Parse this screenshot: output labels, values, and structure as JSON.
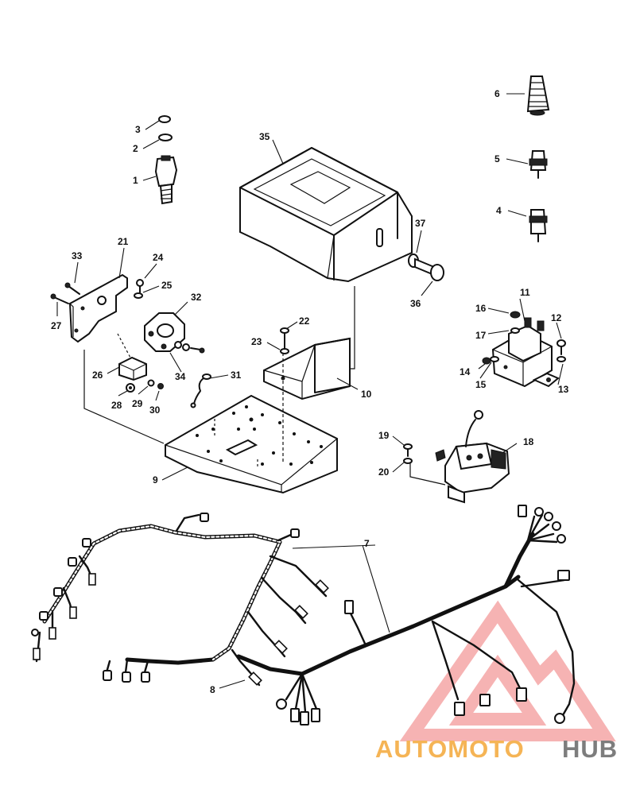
{
  "diagram": {
    "callouts": [
      "1",
      "2",
      "3",
      "4",
      "5",
      "6",
      "7",
      "8",
      "9",
      "10",
      "11",
      "12",
      "13",
      "14",
      "15",
      "16",
      "17",
      "18",
      "19",
      "20",
      "21",
      "22",
      "23",
      "24",
      "25",
      "26",
      "27",
      "28",
      "29",
      "30",
      "31",
      "32",
      "33",
      "34",
      "35",
      "36",
      "37"
    ]
  },
  "watermark": {
    "text_a": "AUTOMOTO",
    "text_b": "HUB",
    "colors": {
      "triangle": "#f08080",
      "text_a": "#f5b455",
      "text_b": "#7d7d7d"
    }
  }
}
